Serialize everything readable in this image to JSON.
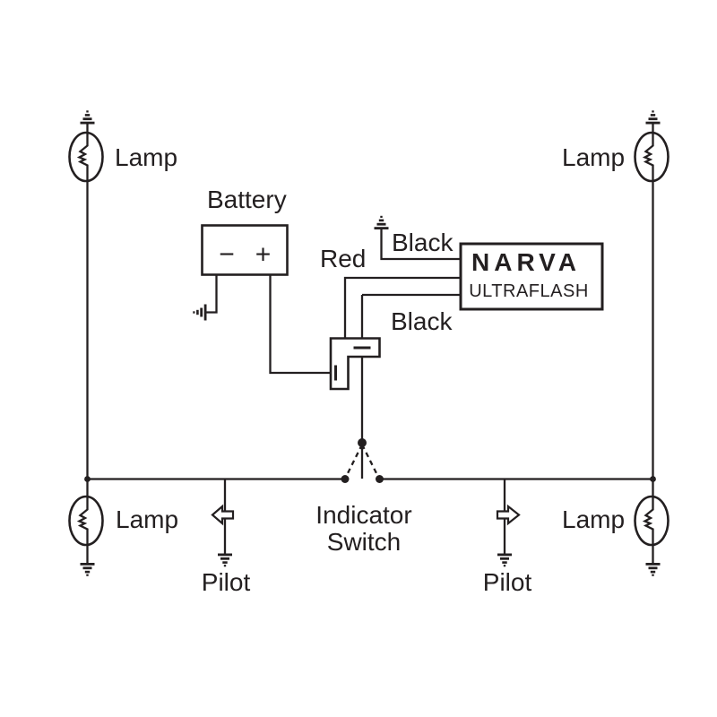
{
  "diagram": {
    "colors": {
      "ink": "#231f20",
      "paper": "#ffffff"
    },
    "lamps": [
      {
        "id": "top-left",
        "label": "Lamp"
      },
      {
        "id": "top-right",
        "label": "Lamp"
      },
      {
        "id": "bottom-left",
        "label": "Lamp"
      },
      {
        "id": "bottom-right",
        "label": "Lamp"
      }
    ],
    "battery": {
      "label": "Battery",
      "negative": "−",
      "positive": "+"
    },
    "flasher_unit": {
      "brand": "NARVA",
      "model": "ULTRAFLASH"
    },
    "wire_labels": {
      "red": "Red",
      "black_top": "Black",
      "black_bottom": "Black"
    },
    "indicator_switch": {
      "line1": "Indicator",
      "line2": "Switch"
    },
    "pilots": [
      {
        "id": "left",
        "label": "Pilot"
      },
      {
        "id": "right",
        "label": "Pilot"
      }
    ]
  }
}
